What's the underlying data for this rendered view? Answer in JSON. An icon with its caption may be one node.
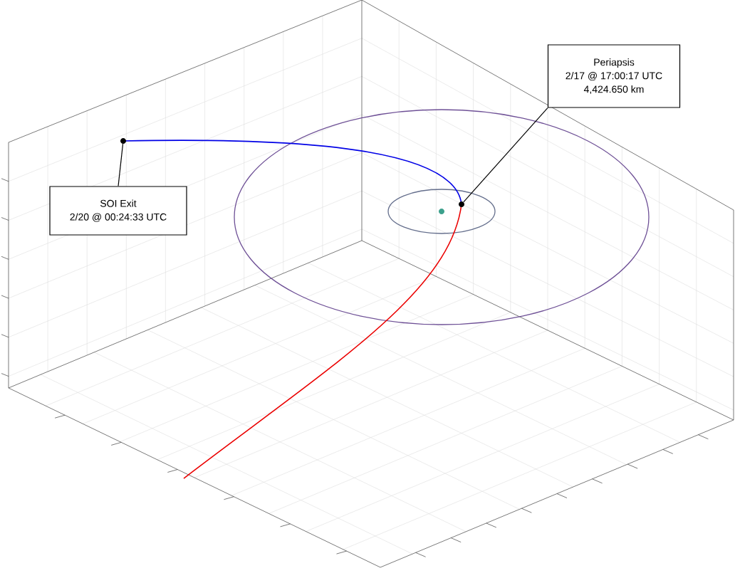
{
  "diagram": {
    "nodes": [
      {
        "text": [
          "Periapsis",
          "2/17 @ 17:00:17 UTC",
          "4,424.650 km"
        ]
      },
      {
        "text": [],
        "shape": "circle"
      },
      {
        "text": [
          "SOI Exit",
          "2/20 @ 00:24:33 UTC"
        ]
      },
      {
        "text": [],
        "shape": "circle"
      }
    ],
    "edges": [
      {
        "from": 0,
        "to": 1,
        "arrow": "none"
      },
      {
        "from": 2,
        "to": 3,
        "arrow": "none"
      }
    ]
  }
}
